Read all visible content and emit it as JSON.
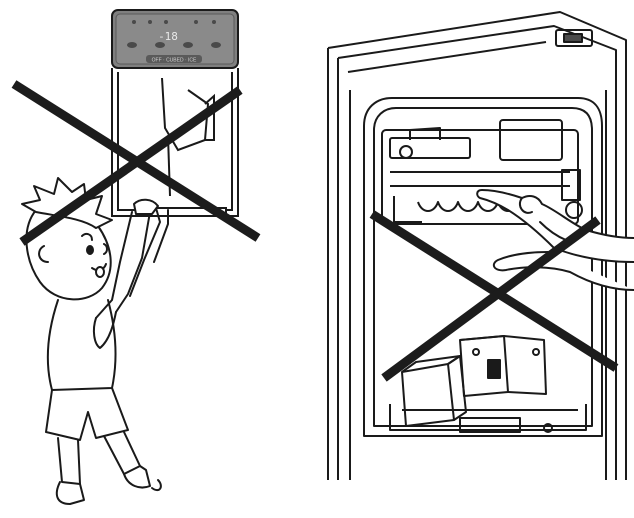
{
  "dispenser": {
    "display_value": "-18",
    "strip_label": "OFF · CUBED · ICE"
  },
  "colors": {
    "line": "#1a1a1a",
    "cross": "#1c1c1c",
    "panel_gray": "#7f7f7f",
    "panel_dark": "#4a4a4a",
    "background": "#ffffff"
  },
  "icons": {
    "warning_mark": "cross-x"
  }
}
